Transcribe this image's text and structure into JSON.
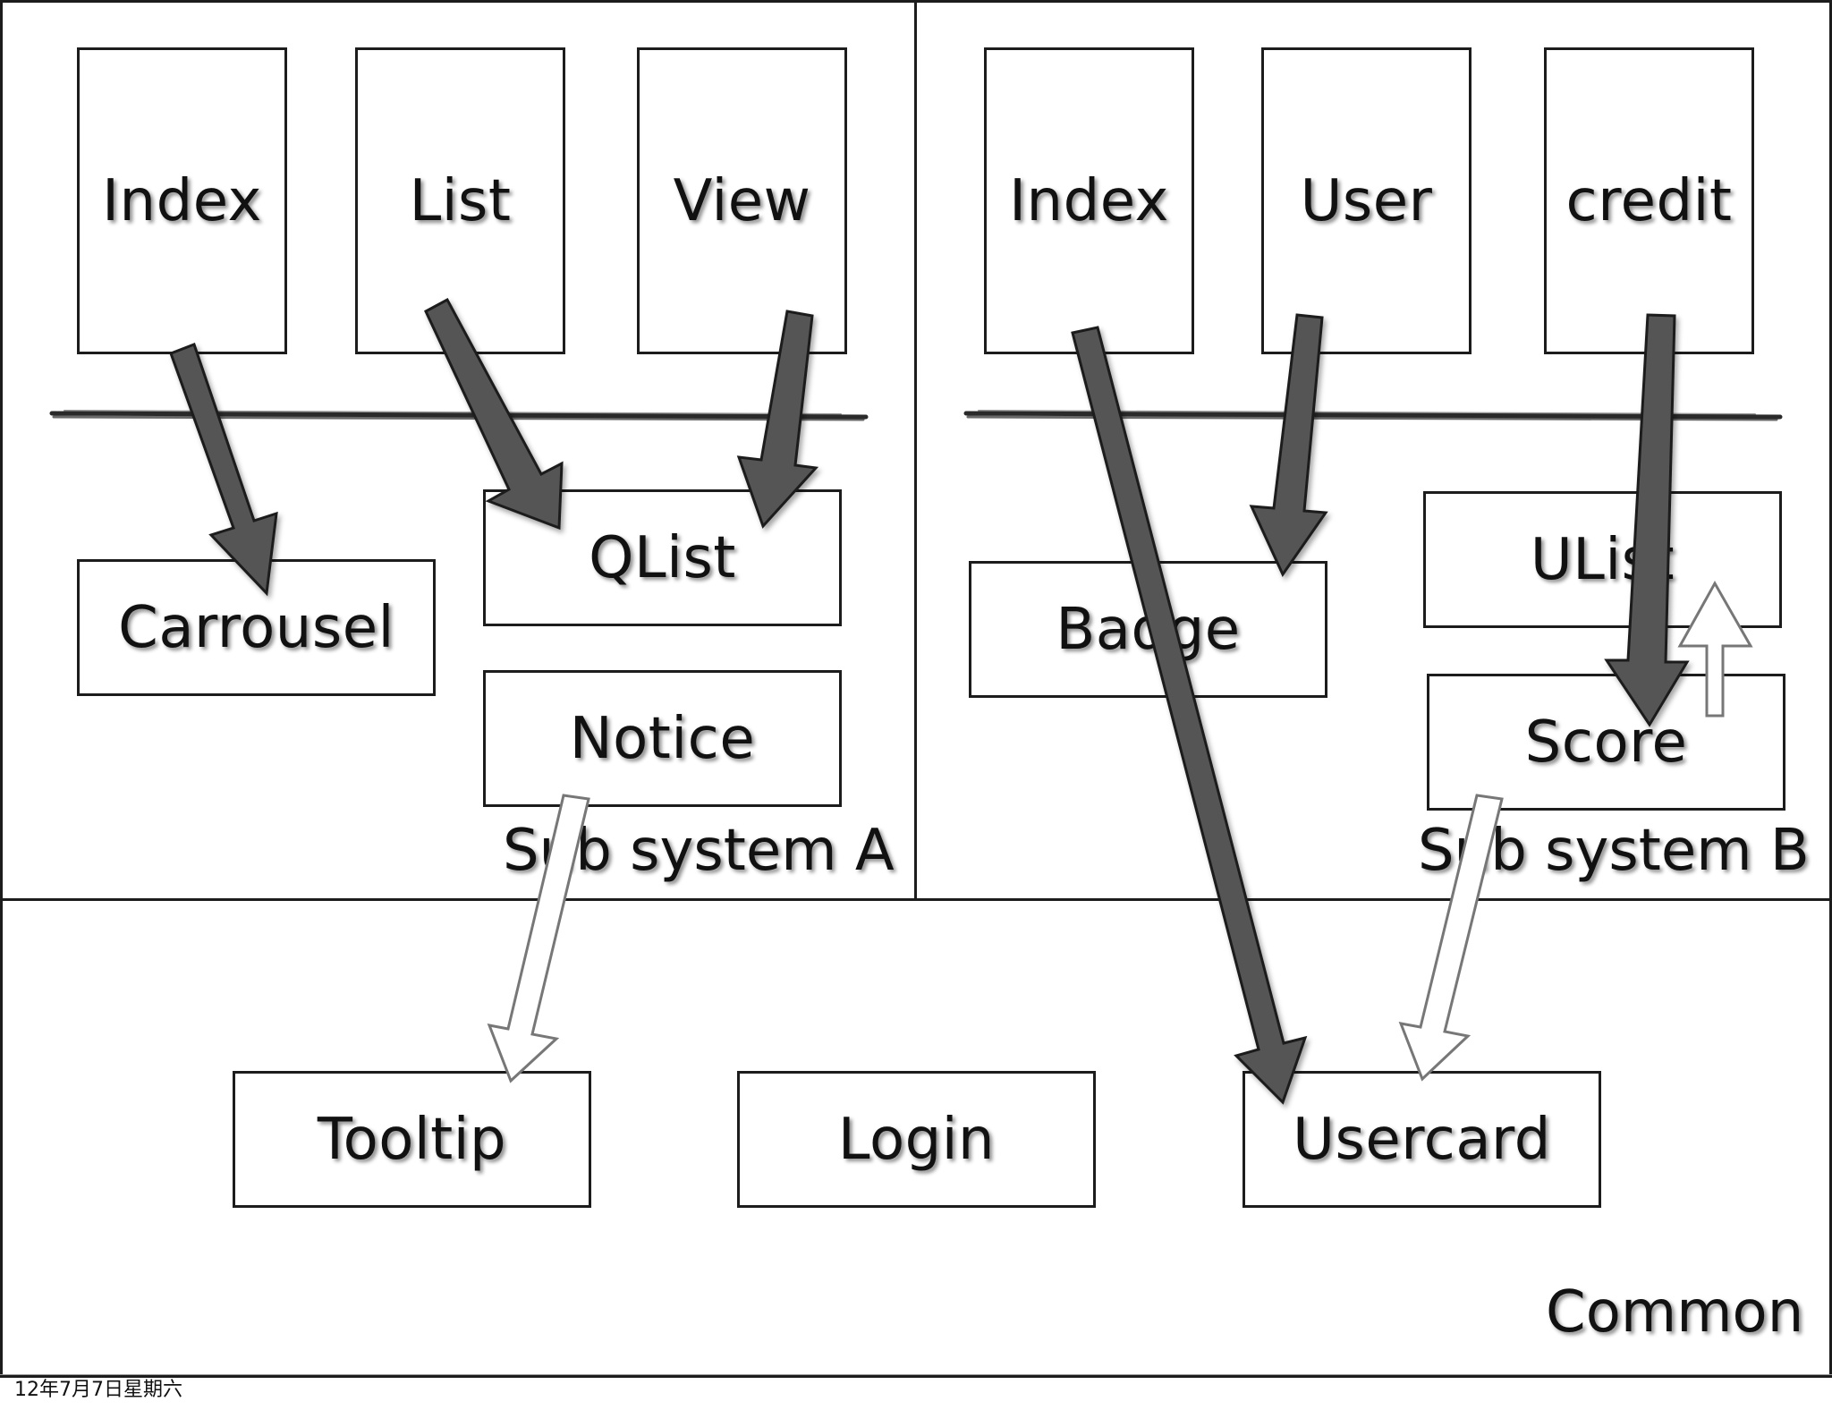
{
  "regions": {
    "subsystem_a": "Sub system A",
    "subsystem_b": "Sub system B",
    "common": "Common"
  },
  "subsystem_a": {
    "pages": [
      "Index",
      "List",
      "View"
    ],
    "modules": {
      "carrousel": "Carrousel",
      "qlist": "QList",
      "notice": "Notice"
    }
  },
  "subsystem_b": {
    "pages": [
      "Index",
      "User",
      "credit"
    ],
    "modules": {
      "badge": "Badge",
      "ulist": "UList",
      "score": "Score"
    }
  },
  "common": {
    "modules": {
      "tooltip": "Tooltip",
      "login": "Login",
      "usercard": "Usercard"
    }
  },
  "footer": {
    "date": "12年7月7日星期六"
  },
  "colors": {
    "dependency_arrow": "#555555",
    "weak_arrow": "#ffffff",
    "stroke": "#1c1c1c"
  }
}
